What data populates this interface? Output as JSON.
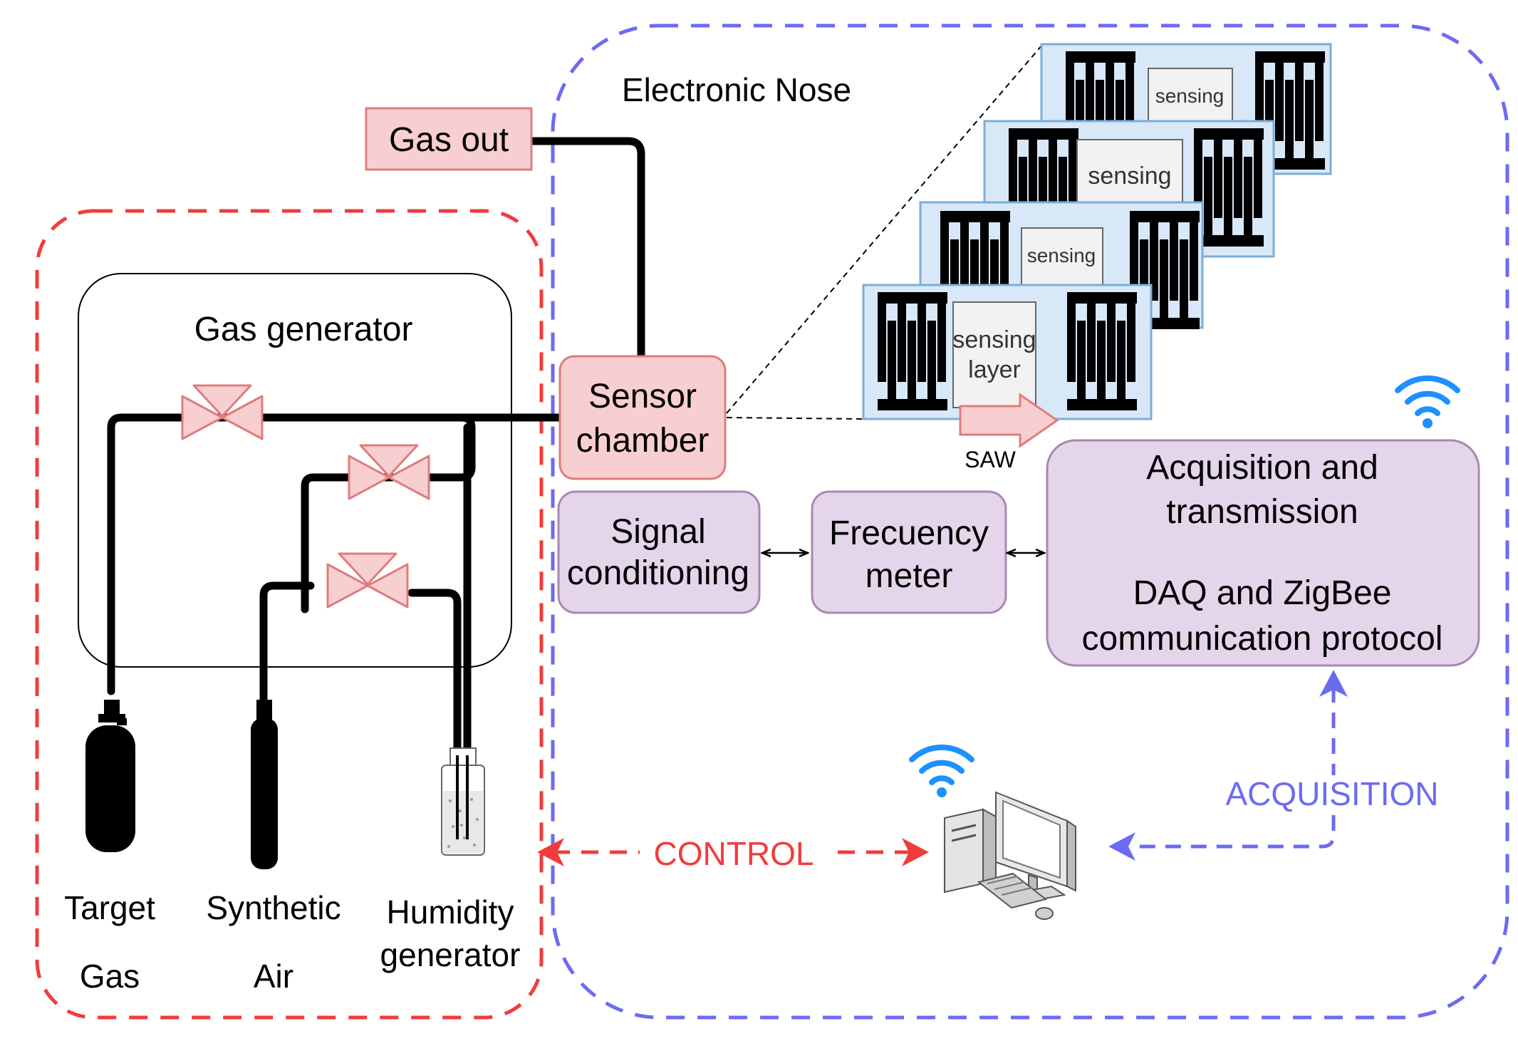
{
  "labels": {
    "electronic_nose": "Electronic Nose",
    "gas_out": "Gas out",
    "gas_generator": "Gas generator",
    "sensor_chamber_line1": "Sensor",
    "sensor_chamber_line2": "chamber",
    "signal_conditioning_line1": "Signal",
    "signal_conditioning_line2": "conditioning",
    "frequency_meter_line1": "Frecuency",
    "frequency_meter_line2": "meter",
    "acquisition_line1": "Acquisition and",
    "acquisition_line2": "transmission",
    "acquisition_line3": "DAQ and ZigBee",
    "acquisition_line4": "communication protocol",
    "saw": "SAW",
    "sensing": "sensing",
    "sensing_layer_line1": "sensing",
    "sensing_layer_line2": "layer",
    "control": "CONTROL",
    "acquisition_link": "ACQUISITION",
    "target_gas_line1": "Target",
    "target_gas_line2": "Gas",
    "synthetic_air_line1": "Synthetic",
    "synthetic_air_line2": "Air",
    "humidity_line1": "Humidity",
    "humidity_line2": "generator"
  },
  "colors": {
    "red_dash": "#f03c3c",
    "blue_dash": "#6b6bf2",
    "pink_fill": "#f8cfd0",
    "pink_stroke": "#e07c7c",
    "purple_fill": "#e4d5ea",
    "purple_stroke": "#a987b3",
    "chip_fill": "#d9e8f8",
    "chip_stroke": "#7aaed8",
    "wifi": "#1e90ff",
    "pipe": "#000000"
  },
  "icons": {
    "wifi": "wifi-icon",
    "computer": "computer-icon",
    "valve": "valve-icon",
    "gas_cylinder": "gas-cylinder-icon",
    "humidity_bottle": "bottle-icon",
    "saw_arrow": "arrow-right-icon"
  }
}
